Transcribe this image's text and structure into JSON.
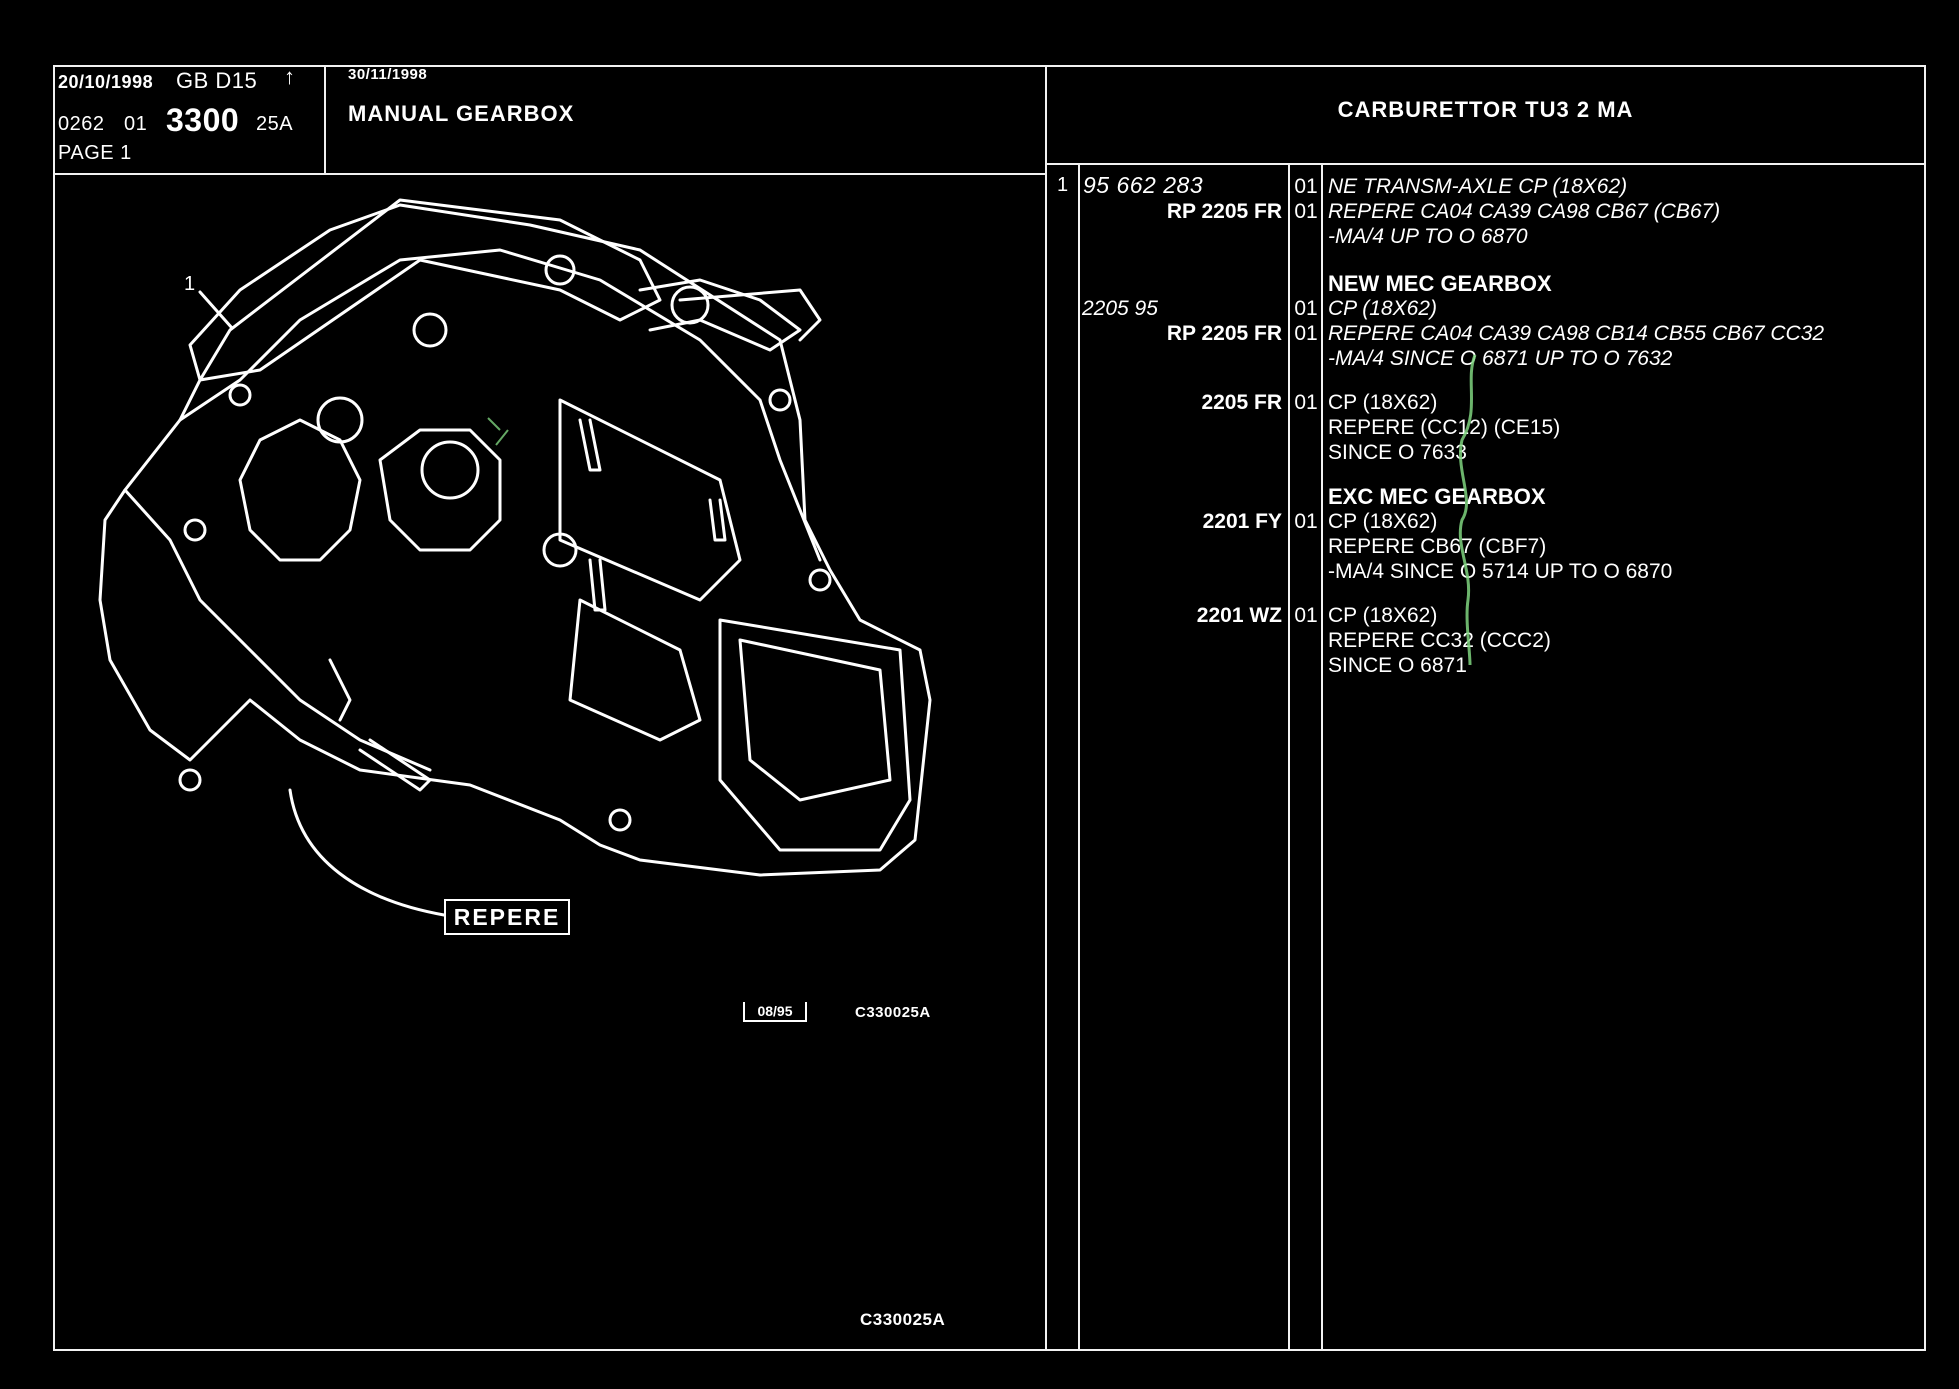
{
  "header": {
    "left_date": "20/10/1998",
    "left_code": "GB  D15",
    "arrow": "↑",
    "ref_a": "0262",
    "ref_b": "01",
    "ref_main": "3300",
    "ref_suffix": "25A",
    "page": "PAGE  1",
    "mid_date": "30/11/1998",
    "title": "MANUAL GEARBOX",
    "right_title": "CARBURETTOR TU3 2 MA"
  },
  "diagram": {
    "callout_number": "1",
    "callout_label": "REPERE",
    "date_box": "08/95",
    "code_small": "C330025A",
    "code_bottom": "C330025A",
    "icon": "gearbox-drawing-icon"
  },
  "parts": {
    "item_no": "1",
    "part_no": "95 662 283",
    "rows": [
      {
        "ref": "",
        "qty": "01",
        "desc": "NE TRANSM-AXLE CP (18X62)",
        "style": "italic"
      },
      {
        "ref": "RP  2205 FR",
        "qty": "01",
        "desc": "REPERE CA04 CA39 CA98 CB67 (CB67)",
        "style": "italic"
      },
      {
        "ref": "",
        "qty": "",
        "desc": "-MA/4 UP  TO  O  6870",
        "style": "italic"
      },
      {
        "ref": "",
        "qty": "",
        "desc": "NEW MEC GEARBOX",
        "style": "bold"
      },
      {
        "ref": "2205 95",
        "qty": "01",
        "desc": "CP (18X62)",
        "style": "italic"
      },
      {
        "ref": "RP  2205 FR",
        "qty": "01",
        "desc": "REPERE CA04 CA39 CA98 CB14 CB55 CB67 CC32",
        "style": "italic"
      },
      {
        "ref": "",
        "qty": "",
        "desc": "-MA/4 SINCE O  6871 UP  TO  O  7632",
        "style": "italic"
      },
      {
        "ref": "2205 FR",
        "qty": "01",
        "desc": "CP (18X62)",
        "style": "normal"
      },
      {
        "ref": "",
        "qty": "",
        "desc": "REPERE (CC12) (CE15)",
        "style": "normal"
      },
      {
        "ref": "",
        "qty": "",
        "desc": "SINCE  O  7633",
        "style": "normal"
      },
      {
        "ref": "",
        "qty": "",
        "desc": "EXC MEC GEARBOX",
        "style": "bold"
      },
      {
        "ref": "2201  FY",
        "qty": "01",
        "desc": "CP (18X62)",
        "style": "normal"
      },
      {
        "ref": "",
        "qty": "",
        "desc": "REPERE CB67 (CBF7)",
        "style": "normal"
      },
      {
        "ref": "",
        "qty": "",
        "desc": "-MA/4 SINCE  O  5714 UP  TO  O  6870",
        "style": "normal"
      },
      {
        "ref": "2201  WZ",
        "qty": "01",
        "desc": "CP (18X62)",
        "style": "normal"
      },
      {
        "ref": "",
        "qty": "",
        "desc": "REPERE CC32 (CCC2)",
        "style": "normal"
      },
      {
        "ref": "",
        "qty": "",
        "desc": "SINCE  O  6871",
        "style": "normal"
      }
    ]
  },
  "colors": {
    "background": "#000000",
    "line": "#f2f2f2",
    "scratch": "#7fd37f"
  }
}
